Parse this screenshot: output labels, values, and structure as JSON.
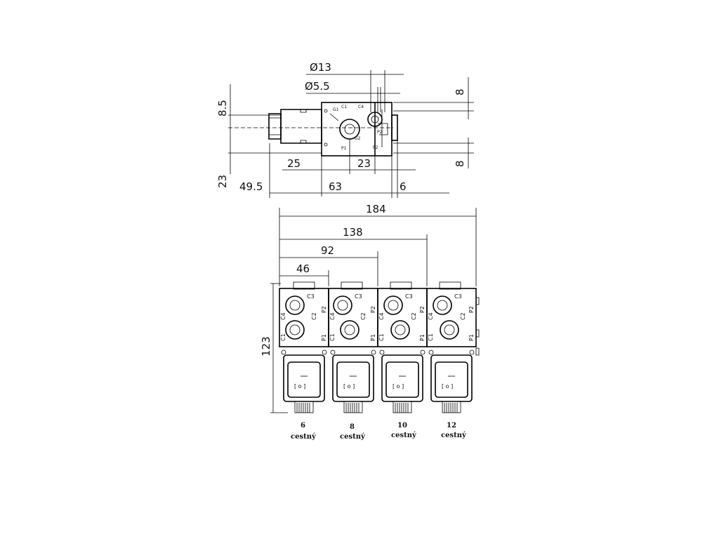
{
  "top_view": {
    "dims": {
      "d13": "Ø13",
      "d55": "Ø5.5",
      "h85": "8.5",
      "h8_top": "8",
      "h8_bot": "8",
      "h23": "23",
      "w25": "25",
      "w23": "23",
      "w495": "49.5",
      "w63": "63",
      "w6": "6"
    },
    "ports": {
      "c1": "C1",
      "c4": "C4",
      "p1": "P1",
      "p2": "P2",
      "g2": "G2",
      "g1": "G1",
      "side": "P2"
    }
  },
  "front_view": {
    "dims": {
      "d184": "184",
      "d138": "138",
      "d92": "92",
      "d46": "46",
      "h123": "123"
    },
    "modules": [
      {
        "number": "6",
        "label": "cestný"
      },
      {
        "number": "8",
        "label": "cestný"
      },
      {
        "number": "10",
        "label": "cestný"
      },
      {
        "number": "12",
        "label": "cestný"
      }
    ],
    "ports": {
      "c3": "C3",
      "c4": "C4",
      "c2": "C2",
      "c1": "C1",
      "p2": "P2",
      "p1": "P1"
    },
    "coil_symbol": "[ o ]"
  }
}
